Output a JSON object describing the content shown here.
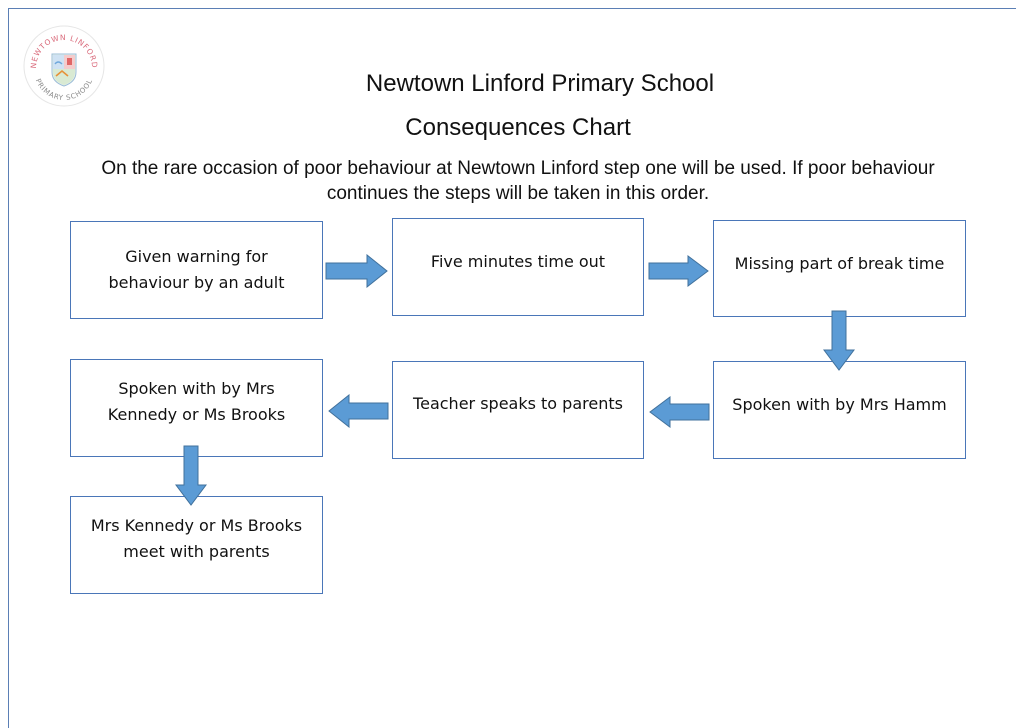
{
  "school": {
    "name": "Newtown Linford Primary School",
    "chart_title": "Consequences Chart",
    "intro": "On the rare occasion of poor behaviour at Newtown Linford step one will be used. If poor behaviour continues the steps will be taken in this order.",
    "logo_text": "NEWTOWN LINFORD PRIMARY SCHOOL"
  },
  "steps": [
    {
      "label": "Given warning for\nbehaviour by an adult"
    },
    {
      "label": "Five minutes time out"
    },
    {
      "label": "Missing part of break time"
    },
    {
      "label": "Spoken with by Mrs Hamm"
    },
    {
      "label": "Teacher speaks to parents"
    },
    {
      "label": "Spoken with by Mrs\nKennedy or Ms Brooks"
    },
    {
      "label": "Mrs Kennedy or Ms Brooks\nmeet with parents"
    }
  ],
  "colors": {
    "box_border": "#4a76b8",
    "arrow_fill": "#5b9bd5",
    "arrow_stroke": "#41719c"
  }
}
